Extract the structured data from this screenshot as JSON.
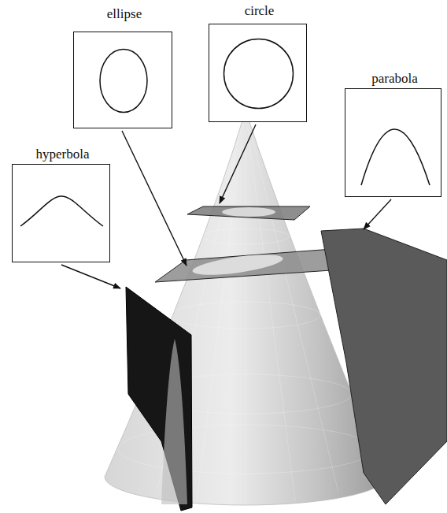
{
  "diagram": {
    "nodes": [
      {
        "text": [
          "ellipse"
        ]
      },
      {
        "text": [
          "circle"
        ]
      },
      {
        "text": [
          "parabola"
        ]
      },
      {
        "text": [
          "hyperbola"
        ]
      }
    ]
  }
}
